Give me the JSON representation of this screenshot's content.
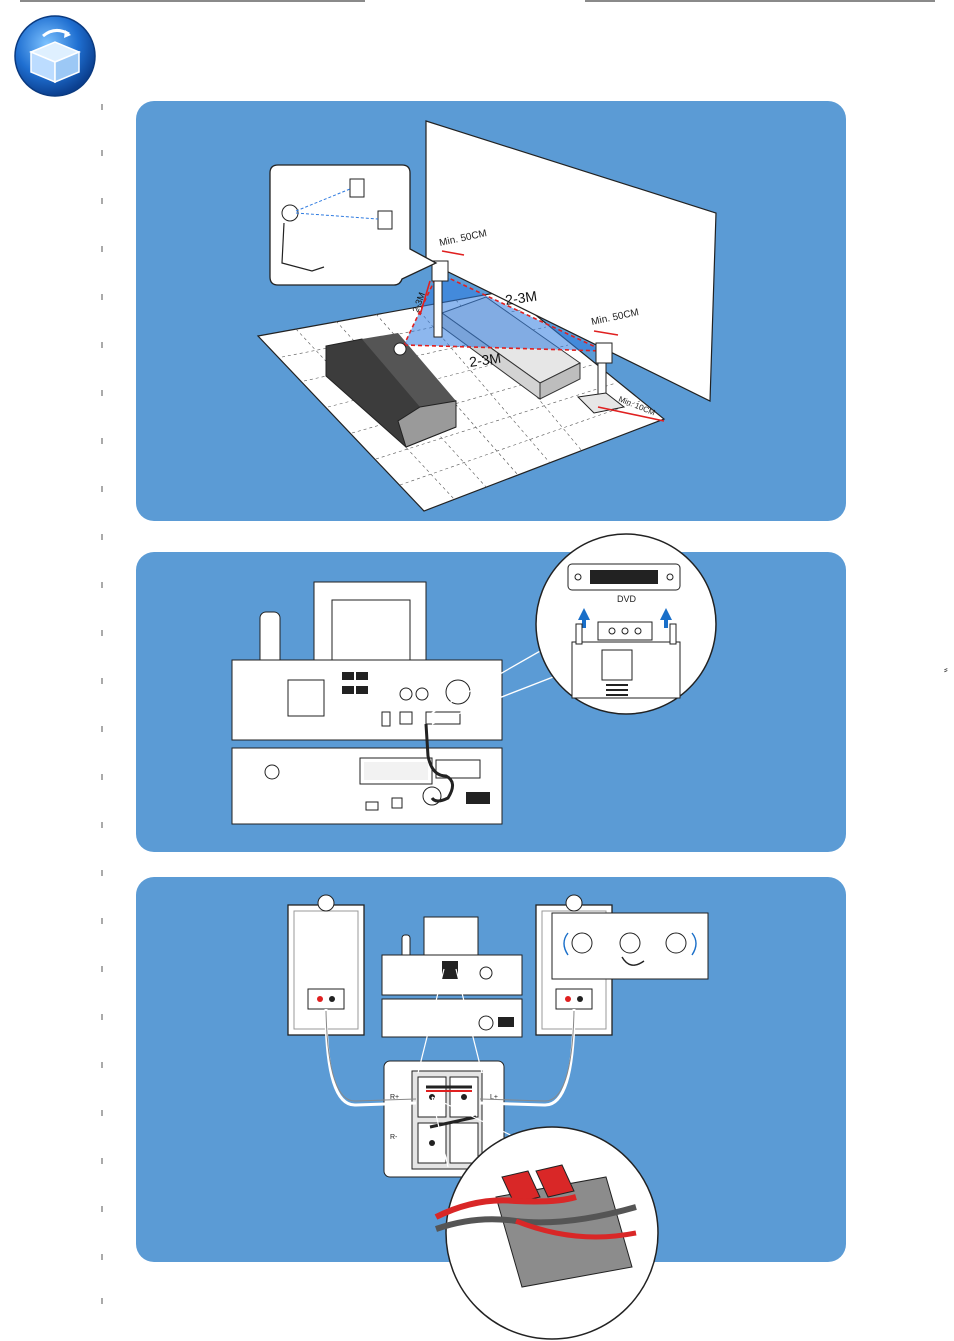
{
  "page": {
    "background": "#ffffff",
    "panel_color": "#5b9bd5",
    "accent_red": "#e02020",
    "accent_blue": "#1a6fc9"
  },
  "logo": {
    "icon": "setup-box-icon"
  },
  "panel_placement": {
    "labels": {
      "min_left": "Min. 50CM",
      "min_right": "Min. 50CM",
      "dist_top": "2-3M",
      "dist_bottom": "2-3M",
      "dist_side": "2-3M",
      "wall_gap": "Min. 10CM"
    }
  },
  "panel_dvd": {
    "port_label": "DVD"
  },
  "panel_speakers": {
    "labels": {
      "r_plus": "R+",
      "r_minus": "R-",
      "l_plus": "L+"
    }
  }
}
